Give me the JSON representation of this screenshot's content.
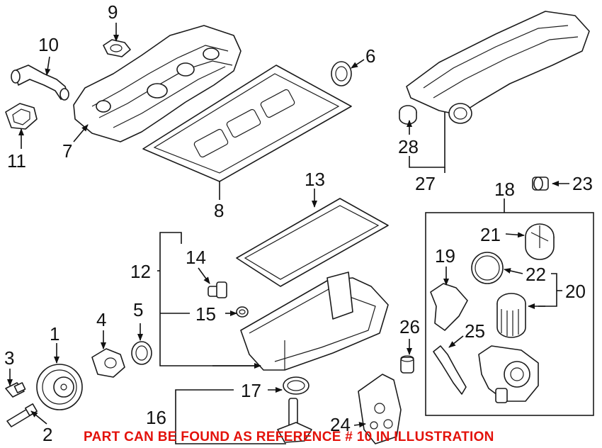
{
  "diagram": {
    "callouts": [
      "1",
      "2",
      "3",
      "4",
      "5",
      "6",
      "7",
      "8",
      "9",
      "10",
      "11",
      "12",
      "13",
      "14",
      "15",
      "16",
      "17",
      "18",
      "19",
      "20",
      "21",
      "22",
      "23",
      "24",
      "25",
      "26",
      "27",
      "28"
    ],
    "note": "PART CAN BE FOUND AS REFERENCE # 10 IN ILLUSTRATION",
    "colors": {
      "note": "#e3120b",
      "line": "#1a1a1a",
      "background": "#ffffff"
    }
  }
}
